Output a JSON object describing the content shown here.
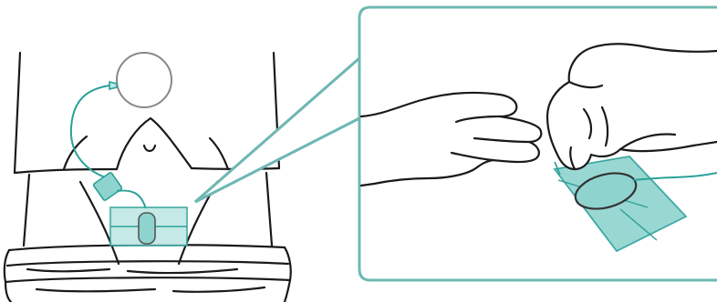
{
  "illustration": {
    "colors": {
      "line": "#1a1a1a",
      "accent_stroke": "#2aa198",
      "accent_fill": "#8fd3cf",
      "accent_fill_light": "#bfe7e4",
      "callout_border": "#6fb8b2",
      "background": "#ffffff"
    },
    "icons": [
      "torso-figure",
      "drainage-bag",
      "wound-dressing-pad",
      "zoom-callout",
      "left-hand",
      "right-hand"
    ]
  }
}
